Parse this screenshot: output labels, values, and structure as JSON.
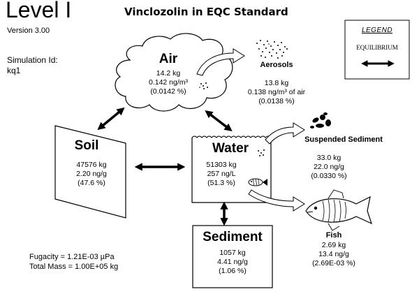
{
  "header": {
    "level": "Level I",
    "version": "Version 3.00",
    "title": "Vinclozolin in EQC Standard"
  },
  "simulation": {
    "label": "Simulation Id:",
    "id": "kq1"
  },
  "legend": {
    "title": "LEGEND",
    "value": "EQUILIBRIUM"
  },
  "compartments": {
    "air": {
      "name": "Air",
      "mass": "14.2 kg",
      "concentration": "0.142 ng/m³",
      "percent": "(0.0142 %)"
    },
    "aerosols": {
      "name": "Aerosols",
      "mass": "13.8 kg",
      "concentration": "0.138 ng/m³ of air",
      "percent": "(0.0138 %)"
    },
    "soil": {
      "name": "Soil",
      "mass": "47576 kg",
      "concentration": "2.20 ng/g",
      "percent": "(47.6 %)"
    },
    "water": {
      "name": "Water",
      "mass": "51303 kg",
      "concentration": "257 ng/L",
      "percent": "(51.3 %)"
    },
    "suspended_sediment": {
      "name": "Suspended Sediment",
      "mass": "33.0 kg",
      "concentration": "22.0 ng/g",
      "percent": "(0.0330 %)"
    },
    "sediment": {
      "name": "Sediment",
      "mass": "1057 kg",
      "concentration": "4.41 ng/g",
      "percent": "(1.06 %)"
    },
    "fish": {
      "name": "Fish",
      "mass": "2.69 kg",
      "concentration": "13.4 ng/g",
      "percent": "(2.69E-03 %)"
    }
  },
  "footer": {
    "fugacity": "Fugacity = 1.21E-03 µPa",
    "total_mass": "Total Mass = 1.00E+05 kg"
  },
  "colors": {
    "line": "#000000",
    "background": "#ffffff"
  }
}
